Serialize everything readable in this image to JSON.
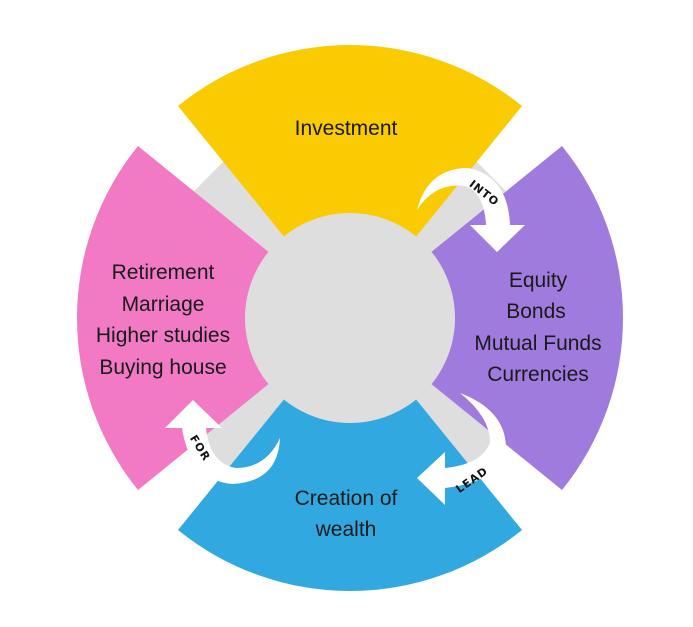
{
  "colors": {
    "investment": "#F9CB00",
    "uses": "#9F7BDE",
    "goals": "#F27AC4",
    "wealth": "#31A9E0",
    "hub": "#DEDEDE",
    "arrow": "#FFFFFF"
  },
  "sectors": {
    "top": {
      "lines": [
        "Investment"
      ]
    },
    "right": {
      "lines": [
        "Equity",
        "Bonds",
        "Mutual Funds",
        "Currencies"
      ]
    },
    "bottom": {
      "lines": [
        "Creation of",
        "wealth"
      ]
    },
    "left": {
      "lines": [
        "Retirement",
        "Marriage",
        "Higher studies",
        "Buying house"
      ]
    }
  },
  "arrows": {
    "into": "INTO",
    "lead": "LEAD",
    "for": "FOR"
  }
}
